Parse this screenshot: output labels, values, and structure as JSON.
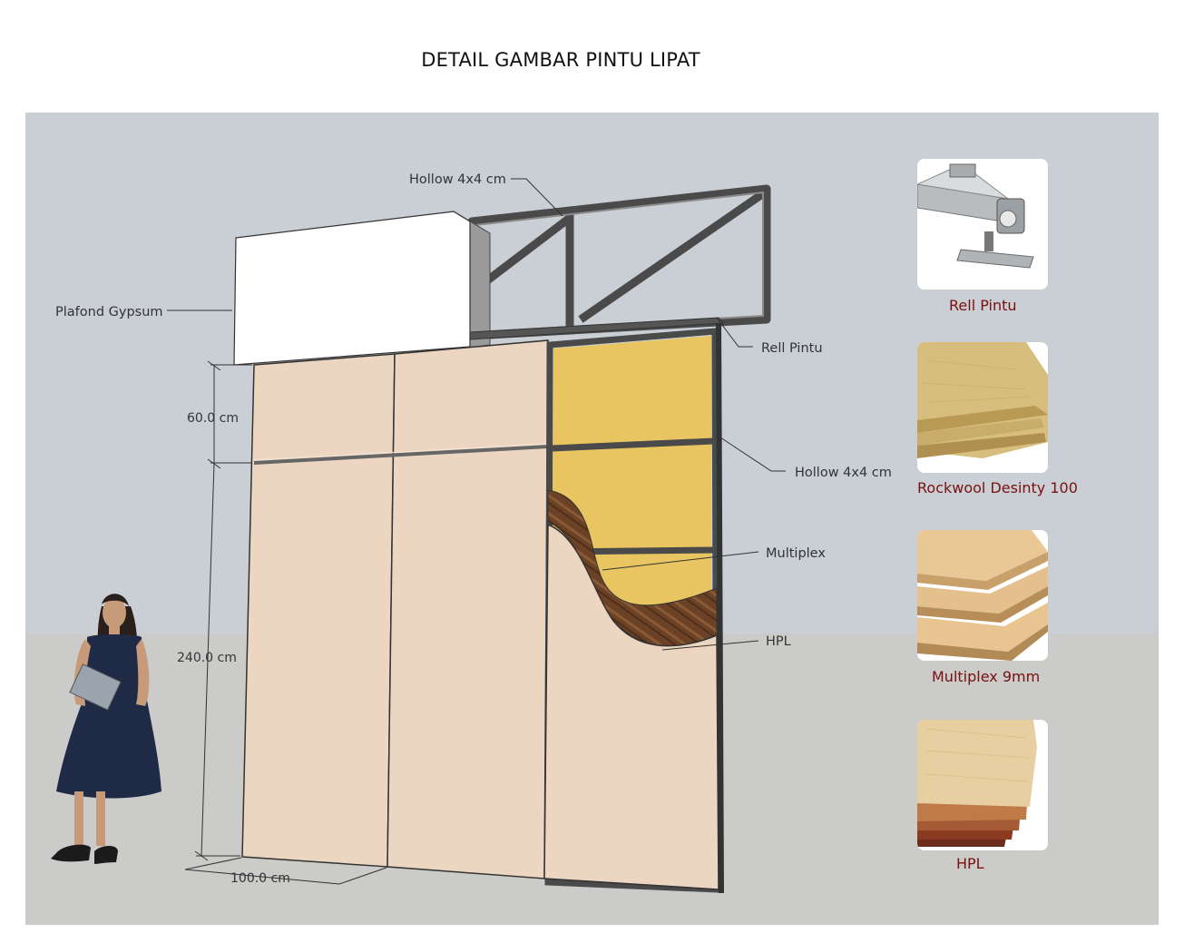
{
  "title": "DETAIL GAMBAR PINTU LIPAT",
  "labels": {
    "hollow_top": "Hollow 4x4 cm",
    "plafond": "Plafond Gypsum",
    "rell": "Rell Pintu",
    "hollow_side": "Hollow 4x4 cm",
    "multiplex": "Multiplex",
    "hpl": "HPL"
  },
  "dimensions": {
    "upper_height": "60.0 cm",
    "lower_height": "240.0 cm",
    "width": "100.0 cm"
  },
  "materials": [
    {
      "caption": "Rell Pintu",
      "icon": "sliding-rail-icon"
    },
    {
      "caption": "Rockwool Desinty 100",
      "icon": "rockwool-boards-icon"
    },
    {
      "caption": "Multiplex 9mm",
      "icon": "plywood-stack-icon"
    },
    {
      "caption": "HPL",
      "icon": "hpl-sheets-icon"
    }
  ],
  "colors": {
    "sky": "#c9cfd4",
    "ground": "#cbcbc9",
    "panel": "#ecd5c1",
    "rockwool": "#e8c560",
    "frame": "#4a4a4a",
    "caption": "#7a1010"
  }
}
